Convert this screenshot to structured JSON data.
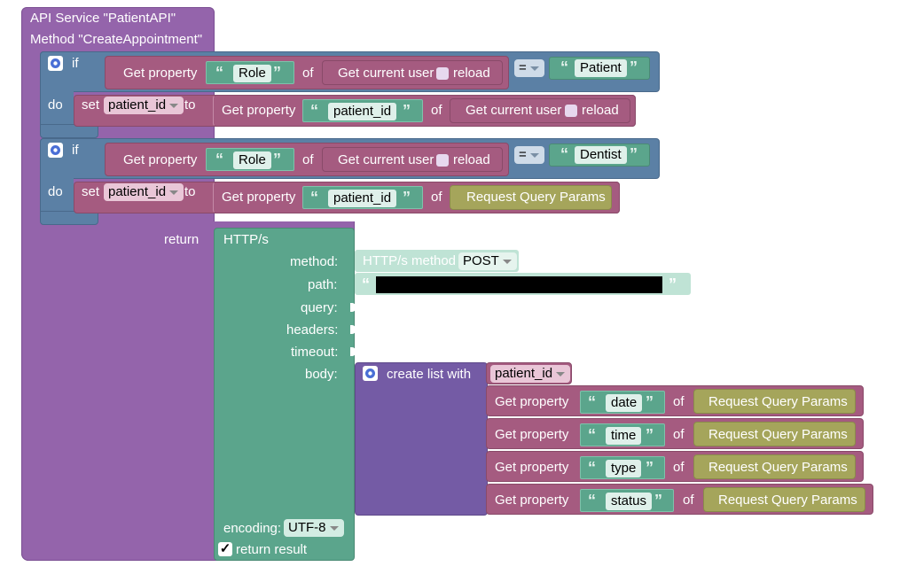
{
  "service": {
    "line1": "API Service \"PatientAPI\"",
    "line2": "Method \"CreateAppointment\""
  },
  "keywords": {
    "if": "if",
    "do": "do",
    "set": "set",
    "to": "to",
    "of": "of",
    "return": "return",
    "get_property": "Get property",
    "get_current_user": "Get current user",
    "reload": "reload",
    "request_query_params": "Request Query Params",
    "create_list_with": "create list with",
    "open_quote": "“",
    "close_quote": "”"
  },
  "if_blocks": [
    {
      "prop": "Role",
      "operator": "=",
      "compare_value": "Patient",
      "set_var": "patient_id",
      "set_prop": "patient_id",
      "set_source": "Get current user"
    },
    {
      "prop": "Role",
      "operator": "=",
      "compare_value": "Dentist",
      "set_var": "patient_id",
      "set_prop": "patient_id",
      "set_source": "Request Query Params"
    }
  ],
  "http": {
    "title": "HTTP/s",
    "method_label": "method:",
    "method_block": "HTTP/s method",
    "method_value": "POST",
    "path_label": "path:",
    "query_label": "query:",
    "headers_label": "headers:",
    "timeout_label": "timeout:",
    "body_label": "body:",
    "encoding_label": "encoding:",
    "encoding_value": "UTF-8",
    "return_result_label": "return result",
    "return_result_checked": true
  },
  "body_list": {
    "first_item": "patient_id",
    "properties": [
      "date",
      "time",
      "type",
      "status"
    ]
  },
  "colors": {
    "procedure": "#9464ab",
    "logic": "#5b80a5",
    "variable": "#a55b80",
    "text": "#5ba58c",
    "object": "#a5a55b",
    "list": "#745ba5"
  }
}
